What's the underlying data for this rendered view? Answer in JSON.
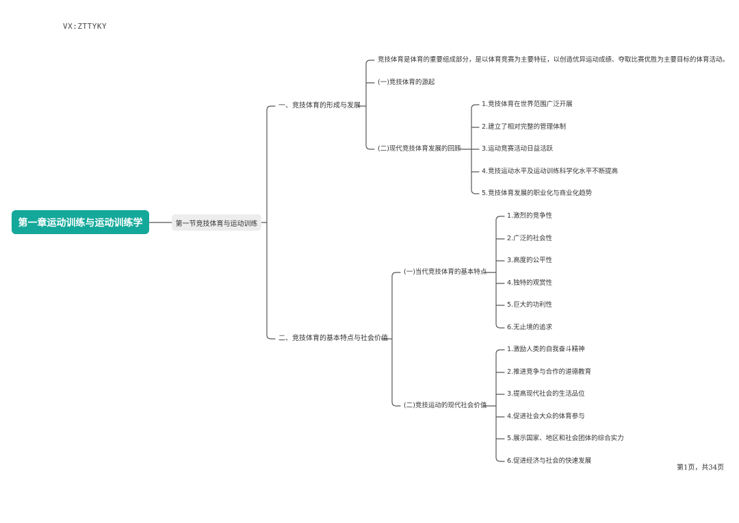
{
  "watermark": "VX:ZTTYKY",
  "page_indicator": "第1页，共34页",
  "root": "第一章运动训练与运动训练学",
  "section": "第一节竞技体育与运动训练",
  "branch1": {
    "label": "一、竞技体育的形成与发展",
    "definition": "竞技体育是体育的重要组成部分，是以体育竞赛为主要特征，以创造优异运动成绩、夺取比赛优胜为主要目标的体育活动。",
    "origin": "(一)竞技体育的源起",
    "review": {
      "label": "(二)现代竞技体育发展的回顾",
      "items": [
        "1.竞技体育在世界范围广泛开展",
        "2.建立了相对完整的管理体制",
        "3.运动竞赛活动日益活跃",
        "4.竞技运动水平及运动训练科学化水平不断提高",
        "5.竞技体育发展的职业化与商业化趋势"
      ]
    }
  },
  "branch2": {
    "label": "二、竞技体育的基本特点与社会价值",
    "features": {
      "label": "(一)当代竞技体育的基本特点",
      "items": [
        "1.激烈的竞争性",
        "2.广泛的社会性",
        "3.高度的公平性",
        "4.独特的观赏性",
        "5.巨大的功利性",
        "6.无止境的追求"
      ]
    },
    "values": {
      "label": "(二)竞技运动的现代社会价值",
      "items": [
        "1.激励人类的自我奋斗精神",
        "2.推进竞争与合作的道德教育",
        "3.提高现代社会的生活品位",
        "4.促进社会大众的体育参与",
        "5.展示国家、地区和社会团体的综合实力",
        "6.促进经济与社会的快速发展"
      ]
    }
  }
}
